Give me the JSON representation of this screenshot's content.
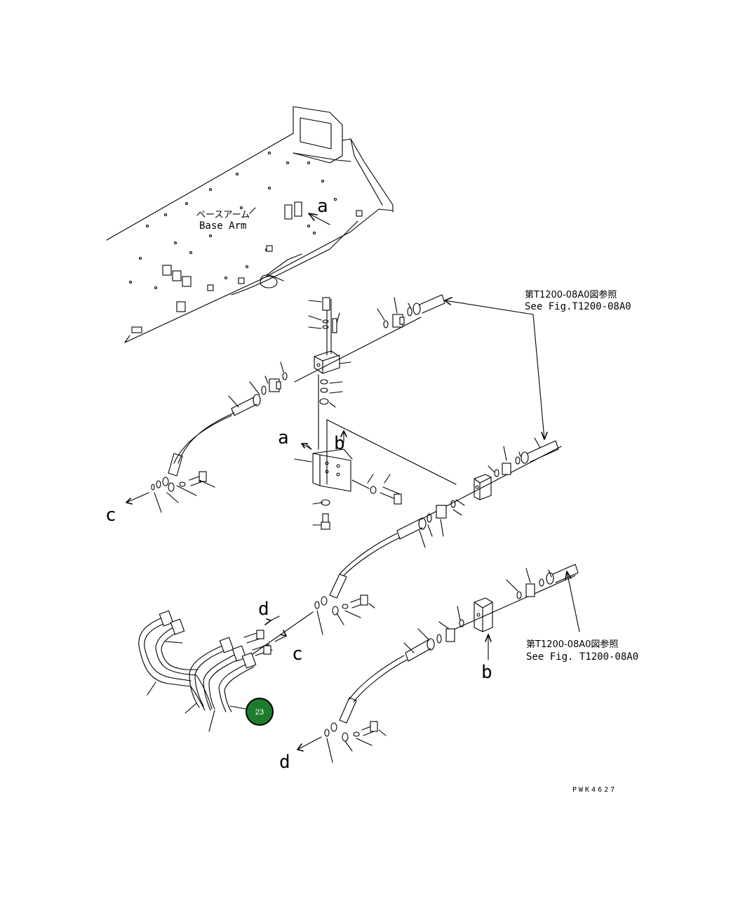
{
  "base_arm": {
    "label_jp": "ベースアーム",
    "label_en": "Base Arm"
  },
  "references": {
    "top_jp": "第T1200-08A0図参照",
    "top_en": "See Fig.T1200-08A0",
    "bottom_jp": "第T1200-08A0図参照",
    "bottom_en": "See Fig. T1200-08A0"
  },
  "view_letters": {
    "a": "a",
    "b": "b",
    "c": "c",
    "d": "d"
  },
  "callout": {
    "number": "23",
    "color": "#1e7d2b"
  },
  "drawing_code": "PWK4627"
}
